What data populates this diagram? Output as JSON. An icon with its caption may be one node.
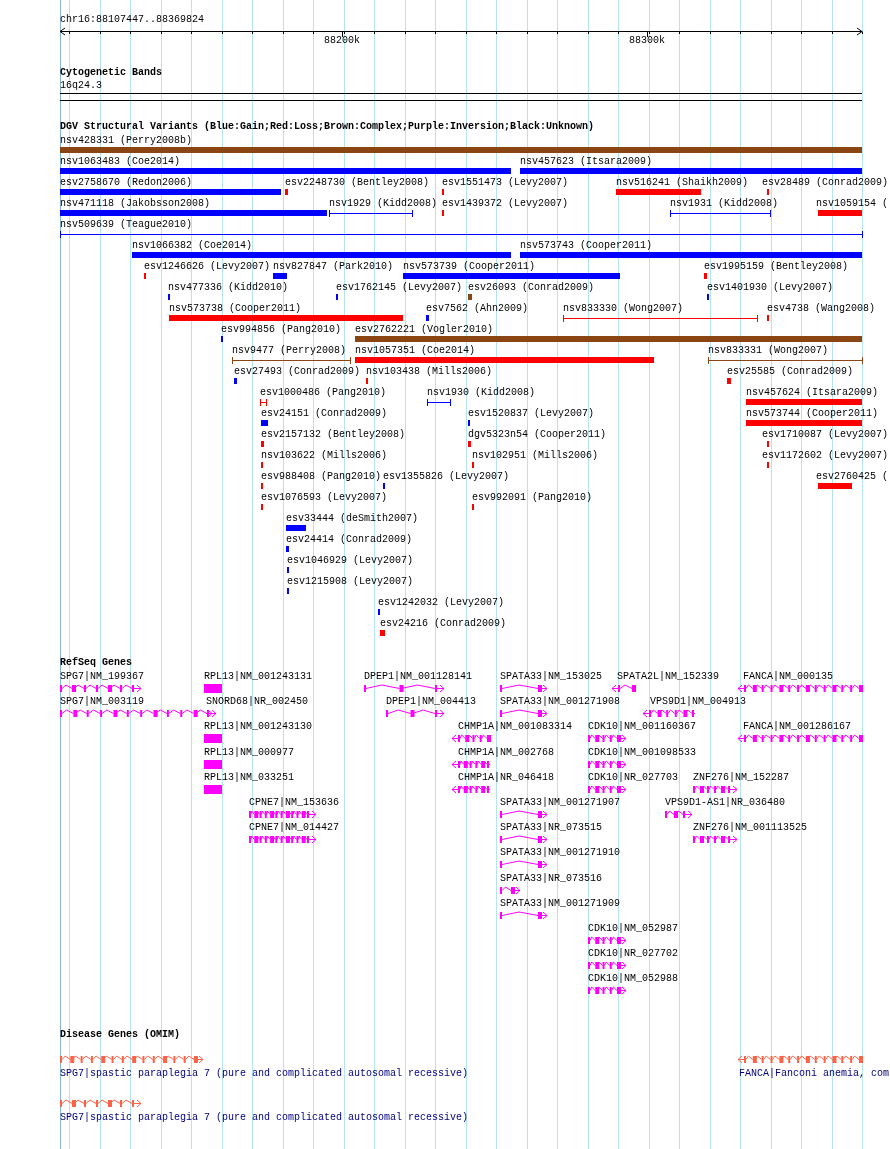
{
  "diagram": {
    "nodes": [
      {
        "text": [
          "16q24.3"
        ]
      },
      {
        "text": [
          "nsv428331 (Perry2008b)"
        ]
      },
      {
        "text": [
          "nsv1063483 (Coe2014)"
        ]
      },
      {
        "text": [
          "nsv457623 (Itsara2009)"
        ]
      },
      {
        "text": [
          "esv2758670 (Redon2006)"
        ]
      },
      {
        "text": [
          "esv2248730 (Bentley2008)"
        ]
      },
      {
        "text": [
          "esv1551473 (Levy2007)"
        ]
      },
      {
        "text": [
          "nsv516241 (Shaikh2009)"
        ]
      },
      {
        "text": [
          "esv28489 (Conrad2009)"
        ]
      },
      {
        "text": [
          "nsv471118 (Jakobsson2008)"
        ]
      },
      {
        "text": [
          "nsv1929 (Kidd2008)"
        ]
      },
      {
        "text": [
          "esv1439372 (Levy2007)"
        ]
      },
      {
        "text": [
          "nsv1931 (Kidd2008)"
        ]
      },
      {
        "text": [
          "nsv1059154 ("
        ]
      },
      {
        "text": [
          "nsv509639 (Teague2010)"
        ]
      },
      {
        "text": [
          "nsv1066382 (Coe2014)"
        ]
      },
      {
        "text": [
          "nsv573743 (Cooper2011)"
        ]
      },
      {
        "text": [
          "esv1246626 (Levy2007)"
        ]
      },
      {
        "text": [
          "nsv827847 (Park2010)"
        ]
      },
      {
        "text": [
          "nsv573739 (Cooper2011)"
        ]
      },
      {
        "text": [
          "esv1995159 (Bentley2008)"
        ]
      },
      {
        "text": [
          "nsv477336 (Kidd2010)"
        ]
      },
      {
        "text": [
          "esv1762145 (Levy2007)"
        ]
      },
      {
        "text": [
          "esv26093 (Conrad2009)"
        ]
      },
      {
        "text": [
          "esv1401930 (Levy2007)"
        ]
      },
      {
        "text": [
          "nsv573738 (Cooper2011)"
        ]
      },
      {
        "text": [
          "esv7562 (Ahn2009)"
        ]
      },
      {
        "text": [
          "nsv833330 (Wong2007)"
        ]
      },
      {
        "text": [
          "esv4738 (Wang2008)"
        ]
      },
      {
        "text": [
          "esv994856 (Pang2010)"
        ]
      },
      {
        "text": [
          "esv2762221 (Vogler2010)"
        ]
      },
      {
        "text": [
          "nsv9477 (Perry2008)"
        ]
      },
      {
        "text": [
          "nsv1057351 (Coe2014)"
        ]
      },
      {
        "text": [
          "nsv833331 (Wong2007)"
        ]
      },
      {
        "text": [
          "esv27493 (Conrad2009)"
        ]
      },
      {
        "text": [
          "nsv103438 (Mills2006)"
        ]
      },
      {
        "text": [
          "esv25585 (Conrad2009)"
        ]
      },
      {
        "text": [
          "esv1000486 (Pang2010)"
        ]
      },
      {
        "text": [
          "nsv1930 (Kidd2008)"
        ]
      },
      {
        "text": [
          "nsv457624 (Itsara2009)"
        ]
      },
      {
        "text": [
          "esv24151 (Conrad2009)"
        ]
      },
      {
        "text": [
          "esv1520837 (Levy2007)"
        ]
      },
      {
        "text": [
          "nsv573744 (Cooper2011)"
        ]
      },
      {
        "text": [
          "esv2157132 (Bentley2008)"
        ]
      },
      {
        "text": [
          "dgv5323n54 (Cooper2011)"
        ]
      },
      {
        "text": [
          "esv1710087 (Levy2007)"
        ]
      },
      {
        "text": [
          "nsv103622 (Mills2006)"
        ]
      },
      {
        "text": [
          "nsv102951 (Mills2006)"
        ]
      },
      {
        "text": [
          "esv1172602 (Levy2007)"
        ]
      },
      {
        "text": [
          "esv988408 (Pang2010)"
        ]
      },
      {
        "text": [
          "esv1355826 (Levy2007)"
        ]
      },
      {
        "text": [
          "esv2760425 ("
        ]
      },
      {
        "text": [
          "esv1076593 (Levy2007)"
        ]
      },
      {
        "text": [
          "esv992091 (Pang2010)"
        ]
      },
      {
        "text": [
          "esv33444 (deSmith2007)"
        ]
      },
      {
        "text": [
          "esv24414 (Conrad2009)"
        ]
      },
      {
        "text": [
          "esv1046929 (Levy2007)"
        ]
      },
      {
        "text": [
          "esv1215908 (Levy2007)"
        ]
      },
      {
        "text": [
          "esv1242032 (Levy2007)"
        ]
      },
      {
        "text": [
          "esv24216 (Conrad2009)"
        ]
      },
      {
        "text": [
          "SPG7|NM_199367"
        ]
      },
      {
        "text": [
          "RPL13|NM_001243131"
        ]
      },
      {
        "text": [
          "DPEP1|NM_001128141"
        ]
      },
      {
        "text": [
          "SPATA33|NM_153025"
        ]
      },
      {
        "text": [
          "SPATA2L|NM_152339"
        ]
      },
      {
        "text": [
          "FANCA|NM_000135"
        ]
      },
      {
        "text": [
          "SPG7|NM_003119"
        ]
      },
      {
        "text": [
          "SNORD68|NR_002450"
        ]
      },
      {
        "text": [
          "DPEP1|NM_004413"
        ]
      },
      {
        "text": [
          "SPATA33|NM_001271908"
        ]
      },
      {
        "text": [
          "VPS9D1|NM_004913"
        ]
      },
      {
        "text": [
          "RPL13|NM_001243130"
        ]
      },
      {
        "text": [
          "CHMP1A|NM_001083314"
        ]
      },
      {
        "text": [
          "CDK10|NM_001160367"
        ]
      },
      {
        "text": [
          "FANCA|NM_001286167"
        ]
      },
      {
        "text": [
          "RPL13|NM_000977"
        ]
      },
      {
        "text": [
          "CHMP1A|NM_002768"
        ]
      },
      {
        "text": [
          "CDK10|NM_001098533"
        ]
      },
      {
        "text": [
          "RPL13|NM_033251"
        ]
      },
      {
        "text": [
          "CHMP1A|NR_046418"
        ]
      },
      {
        "text": [
          "CDK10|NR_027703"
        ]
      },
      {
        "text": [
          "ZNF276|NM_152287"
        ]
      },
      {
        "text": [
          "CPNE7|NM_153636"
        ]
      },
      {
        "text": [
          "SPATA33|NM_001271907"
        ]
      },
      {
        "text": [
          "VPS9D1-AS1|NR_036480"
        ]
      },
      {
        "text": [
          "CPNE7|NM_014427"
        ]
      },
      {
        "text": [
          "SPATA33|NR_073515"
        ]
      },
      {
        "text": [
          "ZNF276|NM_001113525"
        ]
      },
      {
        "text": [
          "SPATA33|NM_001271910"
        ]
      },
      {
        "text": [
          "SPATA33|NR_073516"
        ]
      },
      {
        "text": [
          "SPATA33|NM_001271909"
        ]
      },
      {
        "text": [
          "CDK10|NM_052987"
        ]
      },
      {
        "text": [
          "CDK10|NR_027702"
        ]
      },
      {
        "text": [
          "CDK10|NM_052988"
        ]
      },
      {
        "text": [
          "SPG7|spastic paraplegia 7 (pure and complicated autosomal recessive)"
        ]
      },
      {
        "text": [
          "FANCA|Fanconi anemia, com"
        ]
      },
      {
        "text": [
          "SPG7|spastic paraplegia 7 (pure and complicated autosomal recessive)"
        ]
      }
    ],
    "labels": [
      "chr16:88107447..88369824",
      "88200k",
      "88300k",
      "Cytogenetic Bands",
      "DGV Structural Variants (Blue:Gain;Red:Loss;Brown:Complex;Purple:Inversion;Black:Unknown)",
      "RefSeq Genes",
      "Disease Genes (OMIM)"
    ]
  }
}
